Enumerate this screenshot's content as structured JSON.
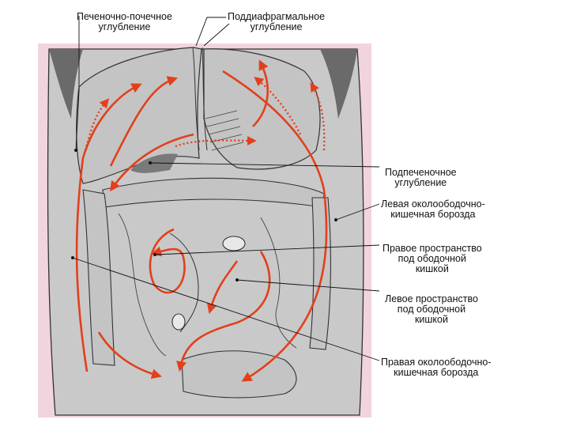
{
  "diagram": {
    "labels": {
      "hepatorenal": {
        "line1": "Печеночно-почечное",
        "line2": "углубление"
      },
      "subphrenic": {
        "line1": "Поддиафрагмальное",
        "line2": "углубление"
      },
      "subhepatic": {
        "line1": "Подпеченочное",
        "line2": "углубление"
      },
      "left_paracolic": {
        "line1": "Левая околоободочно-",
        "line2": "кишечная борозда"
      },
      "right_inframesocolic": {
        "line1": "Правое пространство",
        "line2": "под ободочной",
        "line3": "кишкой"
      },
      "left_inframesocolic": {
        "line1": "Левое пространство",
        "line2": "под ободочной",
        "line3": "кишкой"
      },
      "right_paracolic": {
        "line1": "Правая околоободочно-",
        "line2": "кишечная борозда"
      }
    },
    "colors": {
      "tissue": "#c9c9c9",
      "body_wall": "#f2d4dc",
      "outline": "#333333",
      "arrow": "#e2401c",
      "leader": "#111111"
    }
  }
}
